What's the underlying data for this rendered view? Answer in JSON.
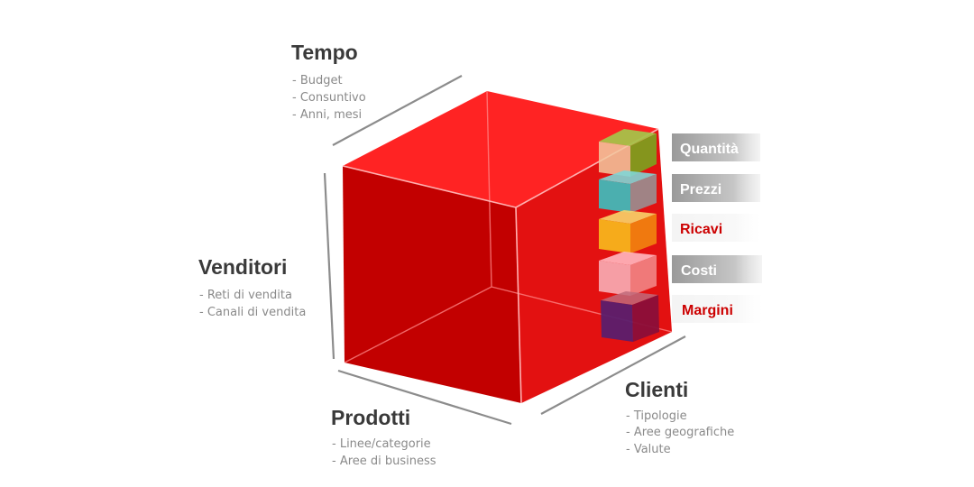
{
  "dimensions": {
    "tempo": {
      "title": "Tempo",
      "items": [
        "- Budget",
        "- Consuntivo",
        "- Anni, mesi"
      ]
    },
    "venditori": {
      "title": "Venditori",
      "items": [
        "- Reti di vendita",
        "- Canali di vendita"
      ]
    },
    "prodotti": {
      "title": "Prodotti",
      "items": [
        "- Linee/categorie",
        "- Aree di business"
      ]
    },
    "clienti": {
      "title": "Clienti",
      "items": [
        "- Tipologie",
        "- Aree geografiche",
        "- Valute"
      ]
    }
  },
  "measures": [
    {
      "label": "Quantità",
      "color": "#ffffff"
    },
    {
      "label": "Prezzi",
      "color": "#ffffff"
    },
    {
      "label": "Ricavi",
      "color": "#cc0000"
    },
    {
      "label": "Costi",
      "color": "#ffffff"
    },
    {
      "label": "Margini",
      "color": "#cc0000"
    }
  ],
  "colors": {
    "cube_front": "#c20000",
    "cube_top": "#ff2424",
    "cube_side": "#e01010",
    "axis_line": "#8c8c8c",
    "slab_1": "#8dba3a",
    "slab_2": "#3fbfbf",
    "slab_3": "#f7b21a",
    "slab_4": "#f7a0a8",
    "slab_5": "#5a1f6e"
  }
}
